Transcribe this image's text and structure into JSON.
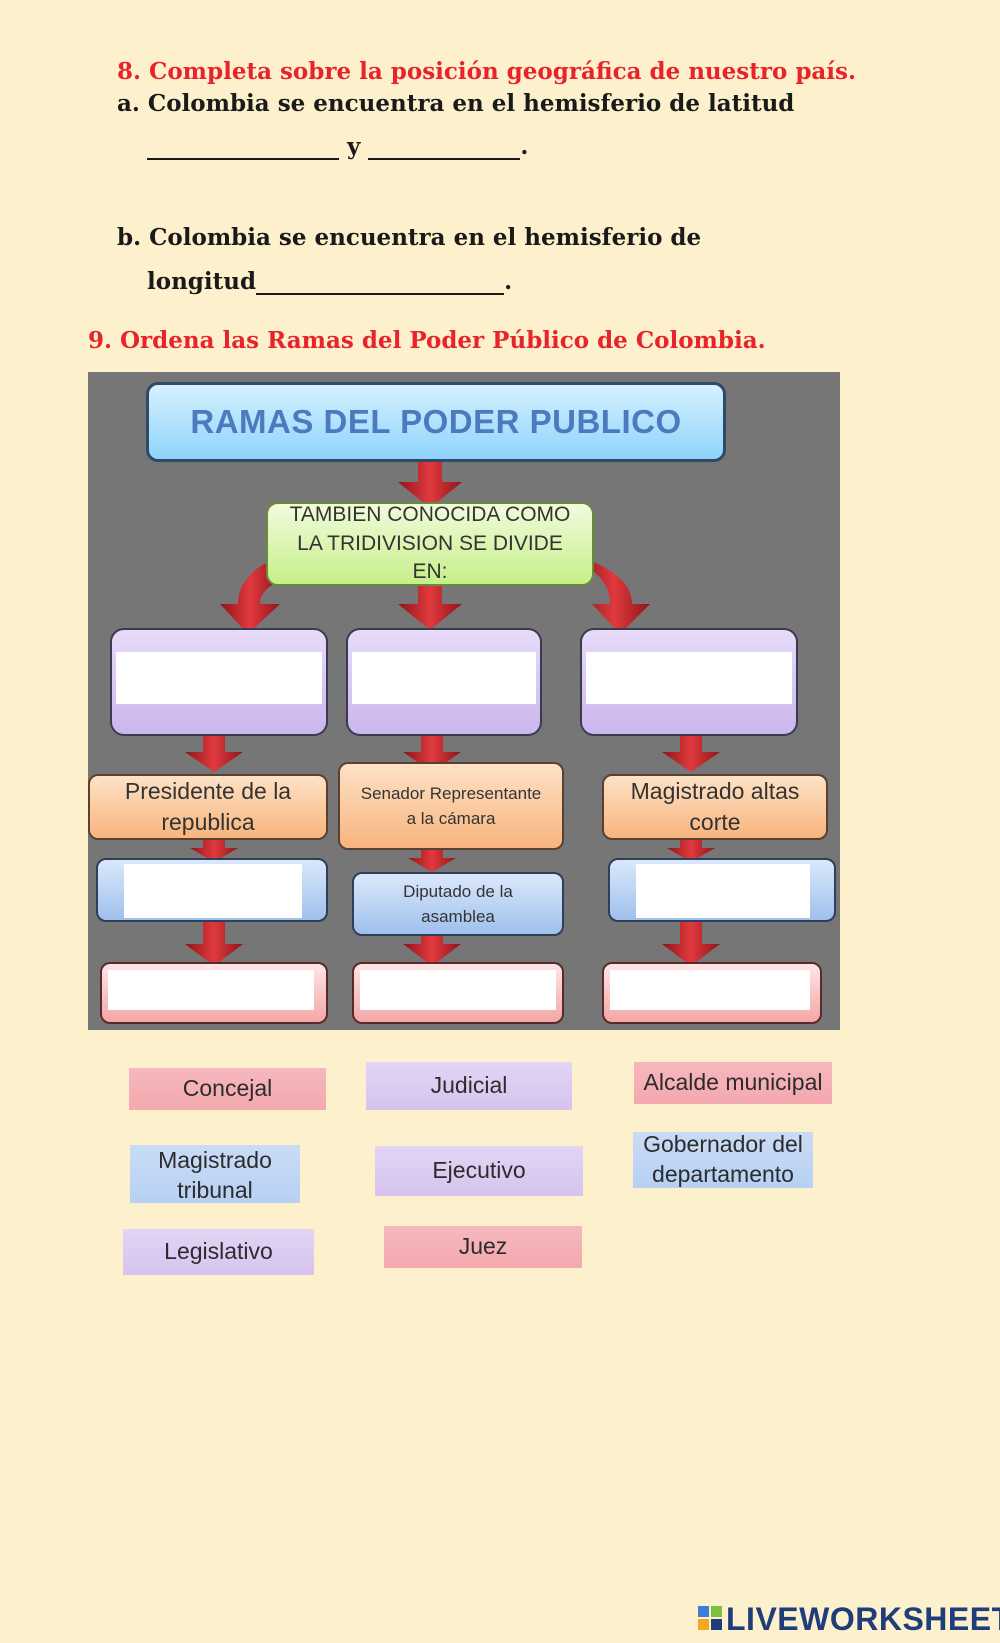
{
  "q8": {
    "title": "8. Completa sobre la posición geográfica de nuestro país.",
    "a_text": "a. Colombia se encuentra en el hemisferio de latitud",
    "a_and": "y",
    "a_end": ".",
    "b_text": "b. Colombia se encuentra en el hemisferio de",
    "b_line": "longitud",
    "b_end": "."
  },
  "q9": {
    "title": "9.  Ordena las Ramas del Poder Público de Colombia."
  },
  "diagram": {
    "header": "RAMAS DEL PODER PUBLICO",
    "subheader": "TAMBIEN CONOCIDA COMO LA TRIDIVISION SE DIVIDE EN:",
    "col1_level2": "Presidente de la republica",
    "col2_level2": "Senador Representante a la cámara",
    "col3_level2": "Magistrado altas corte",
    "col2_level3": "Diputado de la asamblea"
  },
  "chips": {
    "concejal": "Concejal",
    "judicial": "Judicial",
    "alcalde": "Alcalde municipal",
    "magistrado_tribunal": "Magistrado tribunal",
    "ejecutivo": "Ejecutivo",
    "gobernador": "Gobernador del departamento",
    "legislativo": "Legislativo",
    "juez": "Juez"
  },
  "brand": "LIVEWORKSHEETS",
  "colors": {
    "background": "#fdf0cc",
    "red_heading": "#e8242a",
    "diagram_bg": "#767676",
    "arrow_red": "#c1272d"
  }
}
